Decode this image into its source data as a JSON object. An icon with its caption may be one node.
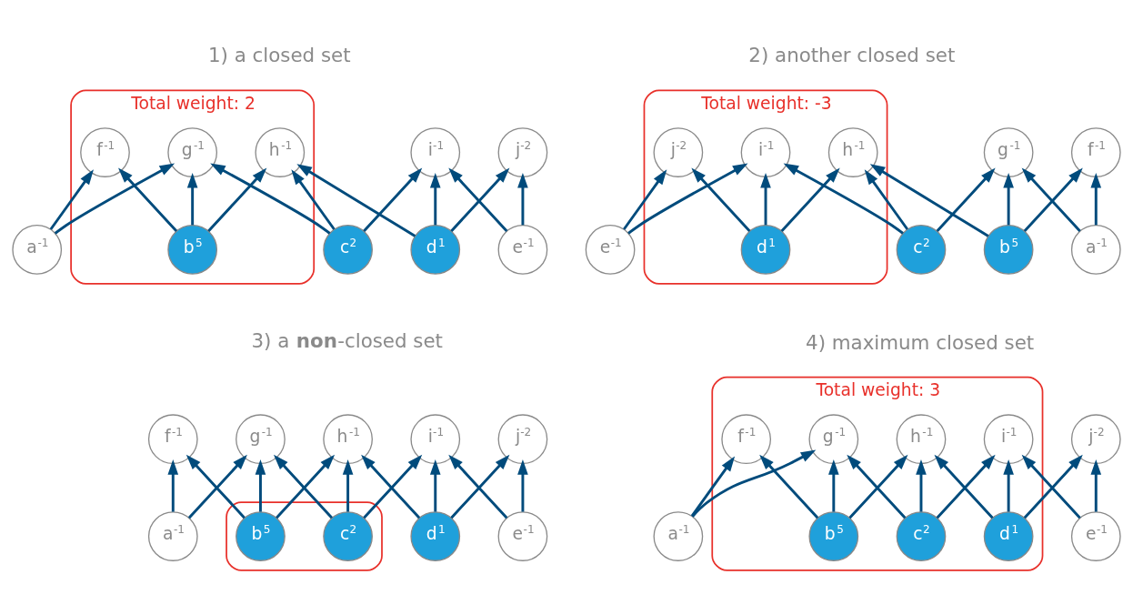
{
  "diagram": {
    "nodes": [
      {
        "text": [
          "Total weight: 2"
        ]
      },
      {
        "text": [
          "f$^{-1}$"
        ],
        "in": 0
      },
      {
        "text": [
          "g$^{-1}$"
        ],
        "in": 0
      },
      {
        "text": [
          "h$^{-1}$"
        ],
        "in": 0
      },
      {
        "text": [
          "i$^{-1}$"
        ]
      },
      {
        "text": [
          "j$^{-2}$"
        ]
      },
      {
        "text": [
          "a$^{-1}$"
        ]
      },
      {
        "text": [
          "b$^{5}$"
        ],
        "in": 0
      },
      {
        "text": [
          "c$^{2}$"
        ]
      },
      {
        "text": [
          "d$^{1}$"
        ]
      },
      {
        "text": [
          "e$^{-1}$"
        ]
      },
      {
        "text": [
          "Total weight: -3"
        ]
      },
      {
        "text": [
          "f$^{-1}$"
        ]
      },
      {
        "text": [
          "g$^{-1}$"
        ]
      },
      {
        "text": [
          "h$^{-1}$"
        ],
        "in": 11
      },
      {
        "text": [
          "i$^{-1}$"
        ],
        "in": 11
      },
      {
        "text": [
          "j$^{-2}$"
        ],
        "in": 11
      },
      {
        "text": [
          "a$^{-1}$"
        ]
      },
      {
        "text": [
          "b$^{5}$"
        ]
      },
      {
        "text": [
          "c$^{2}$"
        ]
      },
      {
        "text": [
          "d$^{1}$"
        ],
        "in": 11
      },
      {
        "text": [
          "e$^{-1}$"
        ]
      },
      {
        "text": [],
        "shape": "loop"
      },
      {
        "text": [
          "f$^{-1}$"
        ]
      },
      {
        "text": [
          "g$^{-1}$"
        ]
      },
      {
        "text": [
          "h$^{-1}$"
        ]
      },
      {
        "text": [
          "i$^{-1}$"
        ]
      },
      {
        "text": [
          "j$^{-2}$"
        ]
      },
      {
        "text": [
          "a$^{-1}$"
        ]
      },
      {
        "text": [
          "b$^{5}$"
        ],
        "in": 22
      },
      {
        "text": [
          "c$^{2}$"
        ],
        "in": 22
      },
      {
        "text": [
          "d$^{1}$"
        ]
      },
      {
        "text": [
          "e$^{-1}$"
        ]
      },
      {
        "text": [
          "Total weight: 3"
        ]
      },
      {
        "text": [
          "f$^{-1}$"
        ],
        "in": 33
      },
      {
        "text": [
          "g$^{-1}$"
        ],
        "in": 33
      },
      {
        "text": [
          "h$^{-1}$"
        ],
        "in": 33
      },
      {
        "text": [
          "i$^{-1}$"
        ],
        "in": 33
      },
      {
        "text": [
          "j$^{-2}$"
        ]
      },
      {
        "text": [
          "a$^{-1}$"
        ]
      },
      {
        "text": [
          "b$^{5}$"
        ],
        "in": 33
      },
      {
        "text": [
          "c$^{2}$"
        ],
        "in": 33
      },
      {
        "text": [
          "d$^{1}$"
        ],
        "in": 33
      },
      {
        "text": [
          "e$^{-1}$"
        ]
      }
    ],
    "edges": [
      {
        "from": 6,
        "to": 1,
        "arrow": "to"
      },
      {
        "from": 6,
        "to": 2,
        "arrow": "to"
      },
      {
        "from": 7,
        "to": 1,
        "arrow": "to"
      },
      {
        "from": 7,
        "to": 2,
        "arrow": "to"
      },
      {
        "from": 7,
        "to": 3,
        "arrow": "to"
      },
      {
        "from": 8,
        "to": 2,
        "arrow": "to"
      },
      {
        "from": 8,
        "to": 3,
        "arrow": "to"
      },
      {
        "from": 8,
        "to": 4,
        "arrow": "to"
      },
      {
        "from": 9,
        "to": 3,
        "arrow": "to"
      },
      {
        "from": 9,
        "to": 4,
        "arrow": "to"
      },
      {
        "from": 9,
        "to": 5,
        "arrow": "to"
      },
      {
        "from": 10,
        "to": 4,
        "arrow": "to"
      },
      {
        "from": 10,
        "to": 5,
        "arrow": "to"
      },
      {
        "from": 17,
        "to": 12,
        "arrow": "to"
      },
      {
        "from": 17,
        "to": 13,
        "arrow": "to"
      },
      {
        "from": 18,
        "to": 12,
        "arrow": "to"
      },
      {
        "from": 18,
        "to": 13,
        "arrow": "to"
      },
      {
        "from": 18,
        "to": 14,
        "arrow": "to"
      },
      {
        "from": 19,
        "to": 13,
        "arrow": "to"
      },
      {
        "from": 19,
        "to": 14,
        "arrow": "to"
      },
      {
        "from": 19,
        "to": 15,
        "arrow": "to"
      },
      {
        "from": 20,
        "to": 14,
        "arrow": "to"
      },
      {
        "from": 20,
        "to": 15,
        "arrow": "to"
      },
      {
        "from": 20,
        "to": 16,
        "arrow": "to"
      },
      {
        "from": 21,
        "to": 15,
        "arrow": "to"
      },
      {
        "from": 21,
        "to": 16,
        "arrow": "to"
      },
      {
        "from": 28,
        "to": 23,
        "arrow": "to"
      },
      {
        "from": 28,
        "to": 24,
        "arrow": "to"
      },
      {
        "from": 29,
        "to": 23,
        "arrow": "to"
      },
      {
        "from": 29,
        "to": 24,
        "arrow": "to"
      },
      {
        "from": 29,
        "to": 25,
        "arrow": "to"
      },
      {
        "from": 30,
        "to": 24,
        "arrow": "to"
      },
      {
        "from": 30,
        "to": 25,
        "arrow": "to"
      },
      {
        "from": 30,
        "to": 26,
        "arrow": "to"
      },
      {
        "from": 31,
        "to": 25,
        "arrow": "to"
      },
      {
        "from": 31,
        "to": 26,
        "arrow": "to"
      },
      {
        "from": 31,
        "to": 27,
        "arrow": "to"
      },
      {
        "from": 32,
        "to": 26,
        "arrow": "to"
      },
      {
        "from": 32,
        "to": 27,
        "arrow": "to"
      },
      {
        "from": 39,
        "to": 34,
        "arrow": "to"
      },
      {
        "from": 39,
        "to": 35,
        "arrow": "to"
      },
      {
        "from": 40,
        "to": 34,
        "arrow": "to"
      },
      {
        "from": 40,
        "to": 35,
        "arrow": "to"
      },
      {
        "from": 40,
        "to": 36,
        "arrow": "to"
      },
      {
        "from": 41,
        "to": 35,
        "arrow": "to"
      },
      {
        "from": 41,
        "to": 36,
        "arrow": "to"
      },
      {
        "from": 41,
        "to": 37,
        "arrow": "to"
      },
      {
        "from": 42,
        "to": 36,
        "arrow": "to"
      },
      {
        "from": 42,
        "to": 37,
        "arrow": "to"
      },
      {
        "from": 42,
        "to": 38,
        "arrow": "to"
      },
      {
        "from": 43,
        "to": 37,
        "arrow": "to"
      },
      {
        "from": 43,
        "to": 38,
        "arrow": "to"
      }
    ],
    "labels": [
      "1) a closed set",
      "2) another closed set",
      "3) a **non**-closed set",
      "4) maximum closed set"
    ]
  }
}
